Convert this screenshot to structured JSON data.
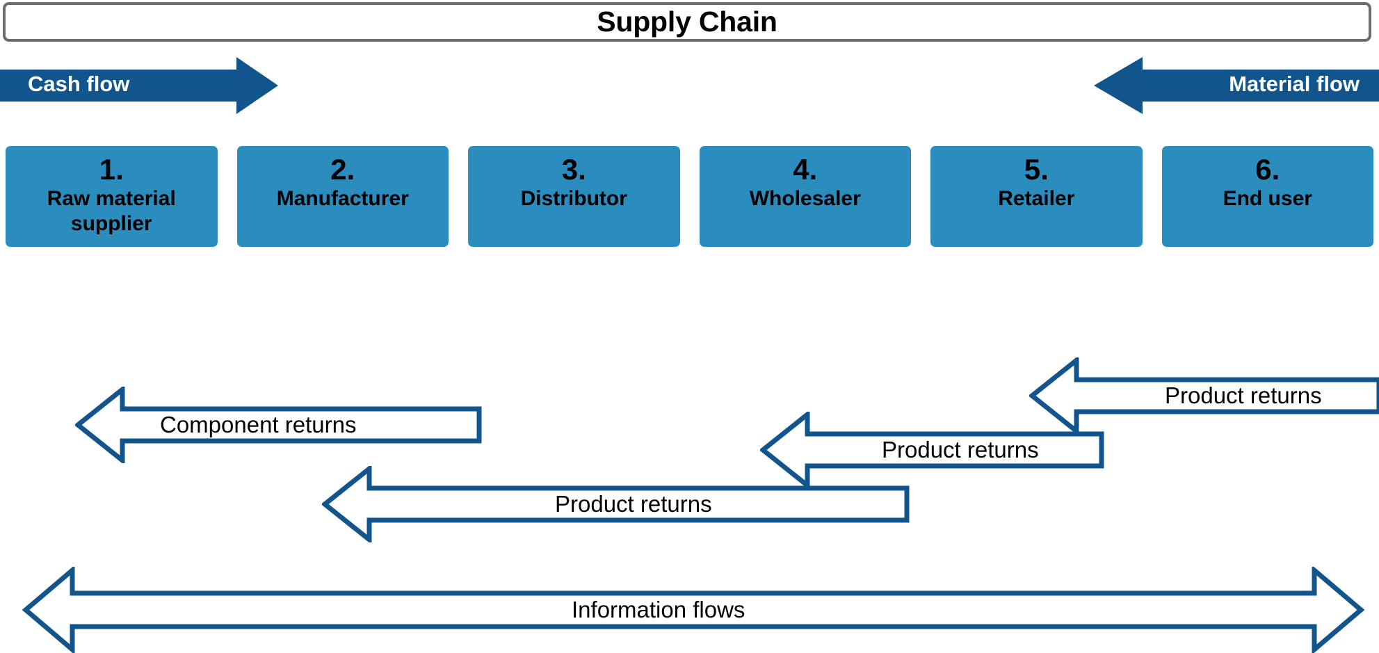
{
  "diagram": {
    "title": "Supply Chain",
    "accent_dark_blue": "#11558c",
    "accent_light_blue": "#2b8cbe",
    "border_gray": "#6d6d6d",
    "background": "#ffffff"
  },
  "top_flows": [
    {
      "label": "Cash flow",
      "direction": "right"
    },
    {
      "label": "Material flow",
      "direction": "left"
    }
  ],
  "stages": [
    {
      "number": "1.",
      "name": "Raw material supplier"
    },
    {
      "number": "2.",
      "name": "Manufacturer"
    },
    {
      "number": "3.",
      "name": "Distributor"
    },
    {
      "number": "4.",
      "name": "Wholesaler"
    },
    {
      "number": "5.",
      "name": "Retailer"
    },
    {
      "number": "6.",
      "name": "End user"
    }
  ],
  "return_flows": [
    {
      "label": "Product returns",
      "direction": "left"
    },
    {
      "label": "Product returns",
      "direction": "left"
    },
    {
      "label": "Product returns",
      "direction": "left"
    },
    {
      "label": "Component returns",
      "direction": "left"
    }
  ],
  "information_flow": {
    "label": "Information flows",
    "direction": "both"
  }
}
